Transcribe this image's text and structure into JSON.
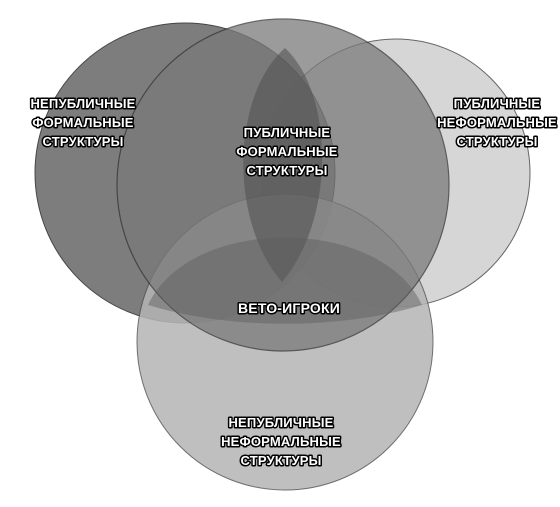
{
  "diagram": {
    "colors": {
      "circle_left": "#6f6f6f",
      "circle_right": "#d2d2d2",
      "circle_bottom": "#b5b5b5",
      "circle_center": "#7a7a7a",
      "outline": "#333333",
      "label_fill": "#ffffff",
      "label_stroke": "#000000"
    },
    "labels": {
      "top_left": [
        "НЕПУБЛИЧНЫЕ",
        "ФОРМАЛЬНЫЕ",
        "СТРУКТУРЫ"
      ],
      "top_right": [
        "ПУБЛИЧНЫЕ",
        "НЕФОРМАЛЬНЫЕ",
        "СТРУКТУРЫ"
      ],
      "center_top": [
        "ПУБЛИЧНЫЕ",
        "ФОРМАЛЬНЫЕ",
        "СТРУКТУРЫ"
      ],
      "bottom": [
        "НЕПУБЛИЧНЫЕ",
        "НЕФОРМАЛЬНЫЕ",
        "СТРУКТУРЫ"
      ],
      "center": "ВЕТО-ИГРОКИ"
    }
  }
}
